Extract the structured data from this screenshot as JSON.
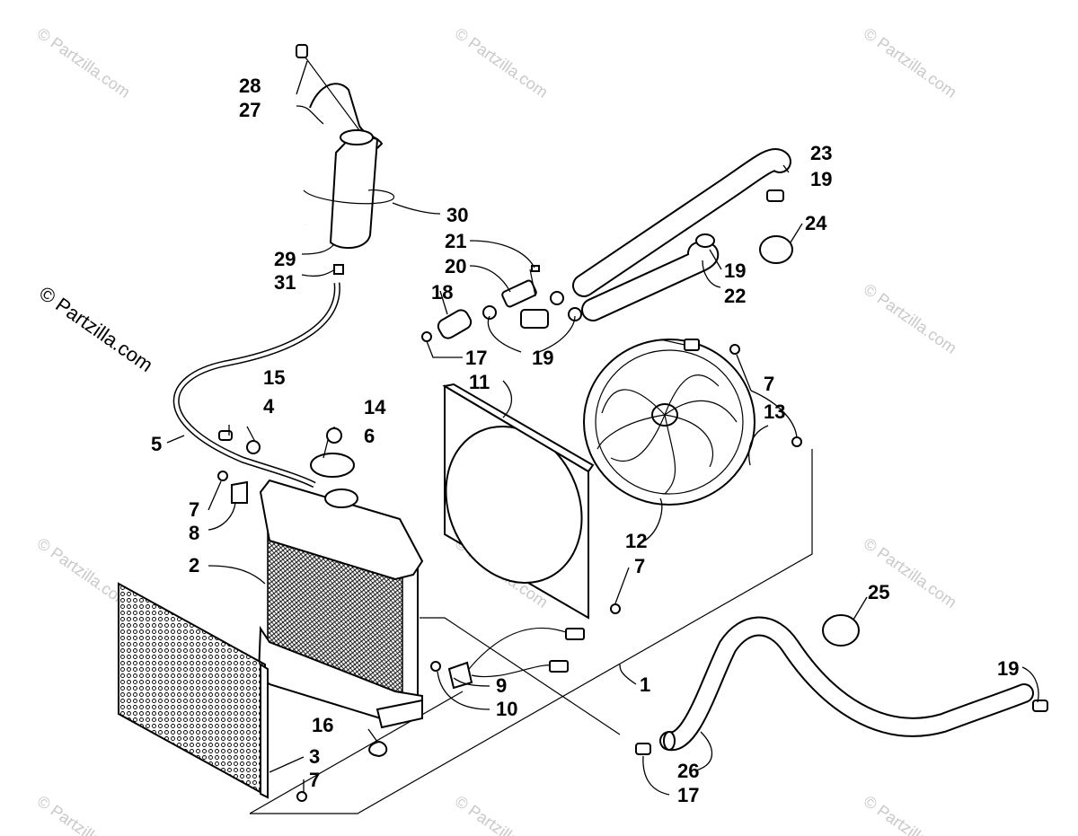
{
  "watermark": {
    "text": "© Partzilla.com",
    "main_text": "© Partzilla.com"
  },
  "callouts": [
    {
      "id": "28",
      "label": "28"
    },
    {
      "id": "27",
      "label": "27"
    },
    {
      "id": "30",
      "label": "30"
    },
    {
      "id": "29",
      "label": "29"
    },
    {
      "id": "31",
      "label": "31"
    },
    {
      "id": "21",
      "label": "21"
    },
    {
      "id": "20",
      "label": "20"
    },
    {
      "id": "18",
      "label": "18"
    },
    {
      "id": "17a",
      "label": "17"
    },
    {
      "id": "19a",
      "label": "19"
    },
    {
      "id": "23",
      "label": "23"
    },
    {
      "id": "19b",
      "label": "19"
    },
    {
      "id": "24",
      "label": "24"
    },
    {
      "id": "19c",
      "label": "19"
    },
    {
      "id": "22",
      "label": "22"
    },
    {
      "id": "15",
      "label": "15"
    },
    {
      "id": "4",
      "label": "4"
    },
    {
      "id": "14",
      "label": "14"
    },
    {
      "id": "6",
      "label": "6"
    },
    {
      "id": "5",
      "label": "5"
    },
    {
      "id": "11",
      "label": "11"
    },
    {
      "id": "7a",
      "label": "7"
    },
    {
      "id": "13",
      "label": "13"
    },
    {
      "id": "7b",
      "label": "7"
    },
    {
      "id": "8",
      "label": "8"
    },
    {
      "id": "2",
      "label": "2"
    },
    {
      "id": "12",
      "label": "12"
    },
    {
      "id": "7c",
      "label": "7"
    },
    {
      "id": "25",
      "label": "25"
    },
    {
      "id": "19d",
      "label": "19"
    },
    {
      "id": "9",
      "label": "9"
    },
    {
      "id": "10",
      "label": "10"
    },
    {
      "id": "1",
      "label": "1"
    },
    {
      "id": "16",
      "label": "16"
    },
    {
      "id": "3",
      "label": "3"
    },
    {
      "id": "7d",
      "label": "7"
    },
    {
      "id": "26",
      "label": "26"
    },
    {
      "id": "17b",
      "label": "17"
    }
  ]
}
